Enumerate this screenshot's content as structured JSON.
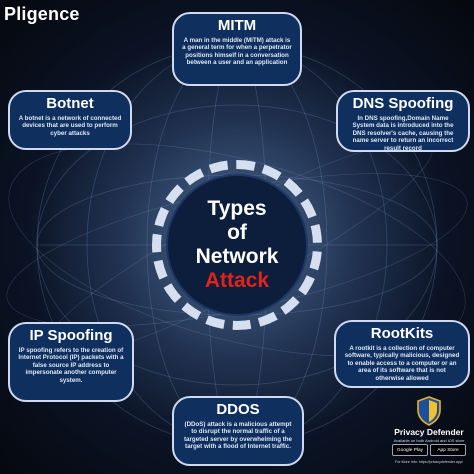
{
  "brand": "Pligence",
  "center": {
    "line1": "Types",
    "line2": "of",
    "line3": "Network",
    "line4": "Attack"
  },
  "cards": {
    "mitm": {
      "title": "MITM",
      "desc": "A man in the middle (MITM) attack is a general term for when a perpetrator positions himself in a conversation between a user and an application"
    },
    "botnet": {
      "title": "Botnet",
      "desc": "A botnet is a network of connected devices that are used to perform cyber attacks"
    },
    "dns": {
      "title": "DNS Spoofing",
      "desc": "In DNS spoofing,Domain Name System data is introduced into the DNS resolver's cache, causing the name server to return an incorrect result record"
    },
    "ip": {
      "title": "IP Spoofing",
      "desc": "IP spoofing refers to the creation of Internet Protocol (IP) packets with a false source IP address to impersonate another computer system."
    },
    "rootkits": {
      "title": "RootKits",
      "desc": "A rootkit is a collection of computer software, typically malicious, designed to enable access to a computer or an area of its software that is not otherwise allowed"
    },
    "ddos": {
      "title": "DDOS",
      "desc": "(DDoS) attack is a malicious attempt to disrupt the normal traffic of a targeted server by overwhelming the target with a flood of Internet traffic."
    }
  },
  "badge": {
    "name": "Privacy Defender",
    "availability": "Available on both Android and iOS store",
    "google_play": "Google Play",
    "app_store": "App Store",
    "info": "For More Info: https://privacydefender.app/"
  },
  "colors": {
    "card_fill": "#0f2f5e",
    "card_border": "#cfdaf0",
    "attack_red": "#e0241b",
    "background": "#05080f"
  }
}
